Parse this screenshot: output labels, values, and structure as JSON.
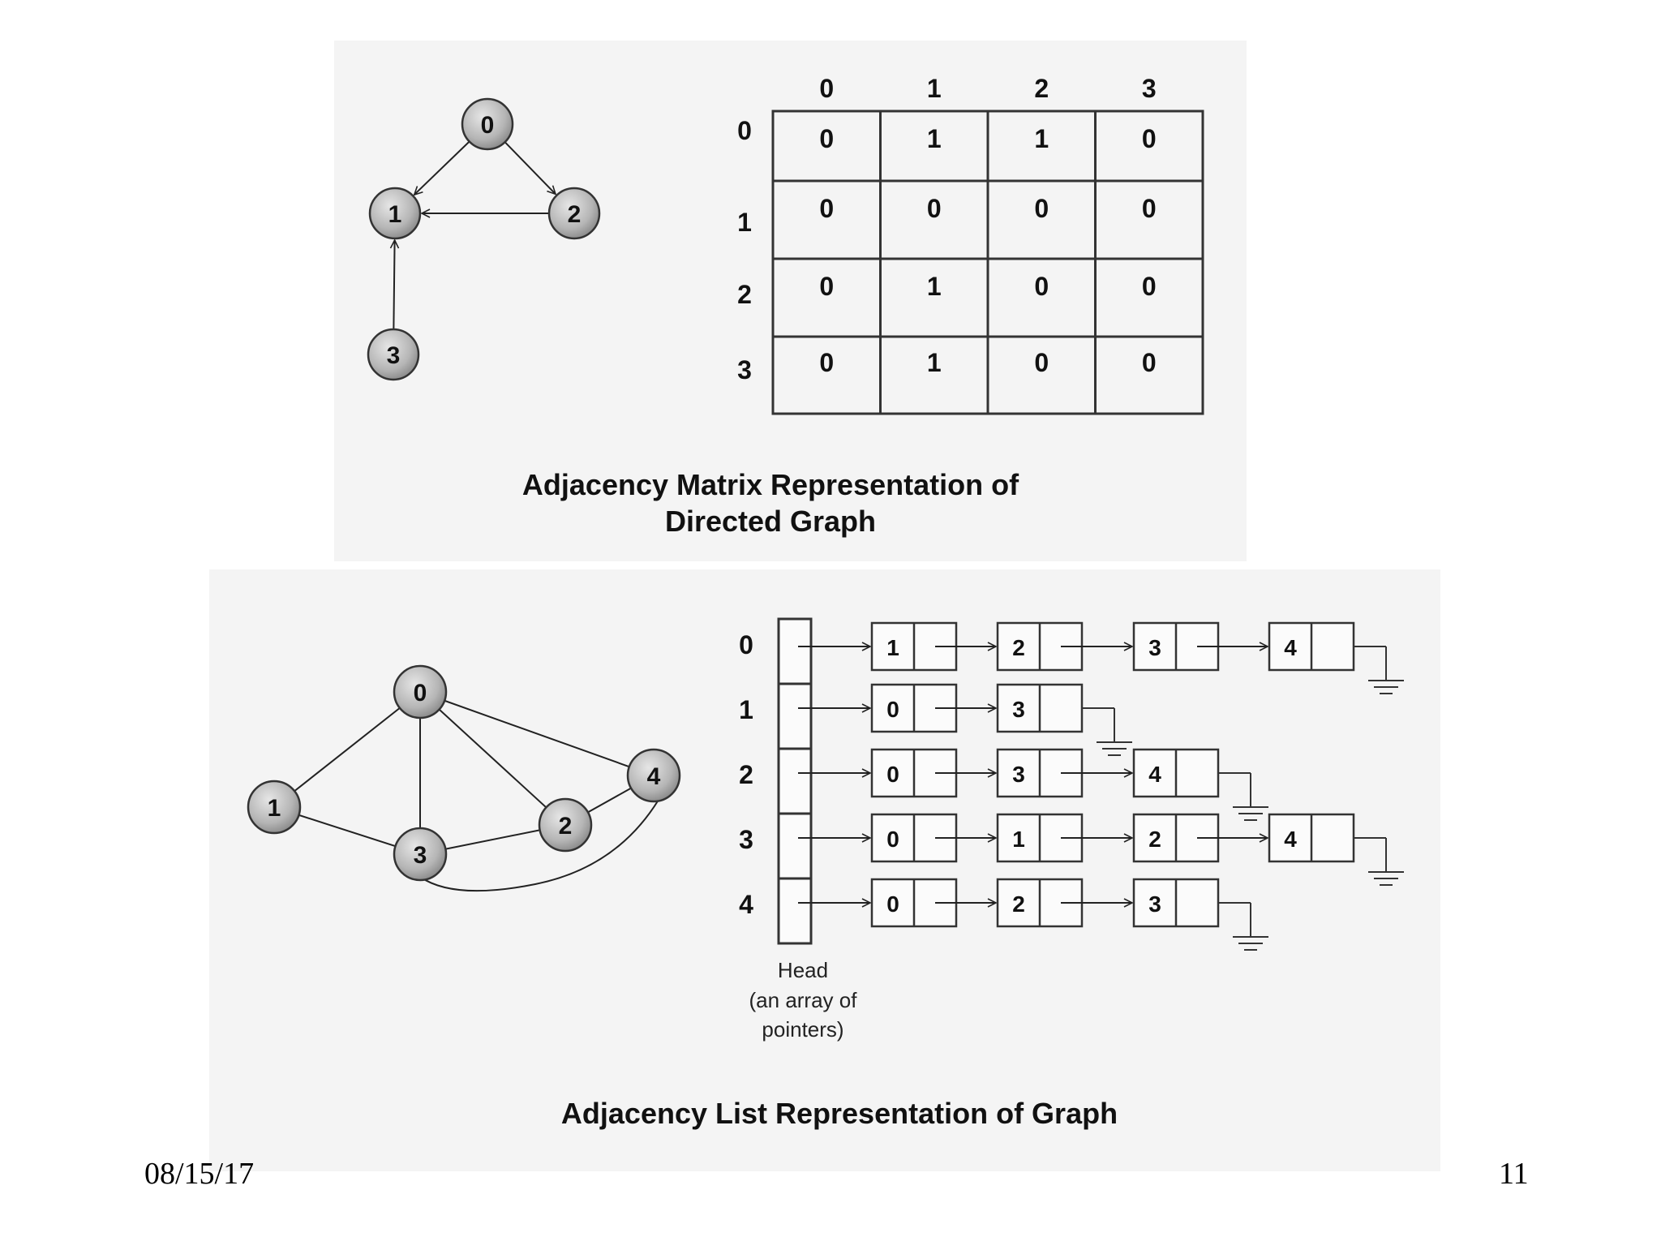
{
  "top_panel": {
    "graph": {
      "nodes": [
        "0",
        "1",
        "2",
        "3"
      ],
      "edges": [
        [
          "0",
          "1"
        ],
        [
          "0",
          "2"
        ],
        [
          "2",
          "1"
        ],
        [
          "3",
          "1"
        ]
      ]
    },
    "matrix": {
      "col_headers": [
        "0",
        "1",
        "2",
        "3"
      ],
      "row_headers": [
        "0",
        "1",
        "2",
        "3"
      ],
      "cells": [
        [
          "0",
          "1",
          "1",
          "0"
        ],
        [
          "0",
          "0",
          "0",
          "0"
        ],
        [
          "0",
          "1",
          "0",
          "0"
        ],
        [
          "0",
          "1",
          "0",
          "0"
        ]
      ]
    },
    "caption_line1": "Adjacency Matrix Representation of",
    "caption_line2": "Directed Graph"
  },
  "bottom_panel": {
    "graph": {
      "nodes": [
        "0",
        "1",
        "2",
        "3",
        "4"
      ],
      "edges": [
        [
          "0",
          "1"
        ],
        [
          "0",
          "3"
        ],
        [
          "0",
          "2"
        ],
        [
          "0",
          "4"
        ],
        [
          "1",
          "3"
        ],
        [
          "3",
          "2"
        ],
        [
          "2",
          "4"
        ],
        [
          "3",
          "4"
        ]
      ]
    },
    "head_rows": [
      "0",
      "1",
      "2",
      "3",
      "4"
    ],
    "lists": [
      [
        "1",
        "2",
        "3",
        "4"
      ],
      [
        "0",
        "3"
      ],
      [
        "0",
        "3",
        "4"
      ],
      [
        "0",
        "1",
        "2",
        "4"
      ],
      [
        "0",
        "2",
        "3"
      ]
    ],
    "head_label": [
      "Head",
      "(an array of",
      "pointers)"
    ],
    "caption": "Adjacency List Representation of Graph"
  },
  "footer": {
    "date": "08/15/17",
    "page_number": "11"
  }
}
